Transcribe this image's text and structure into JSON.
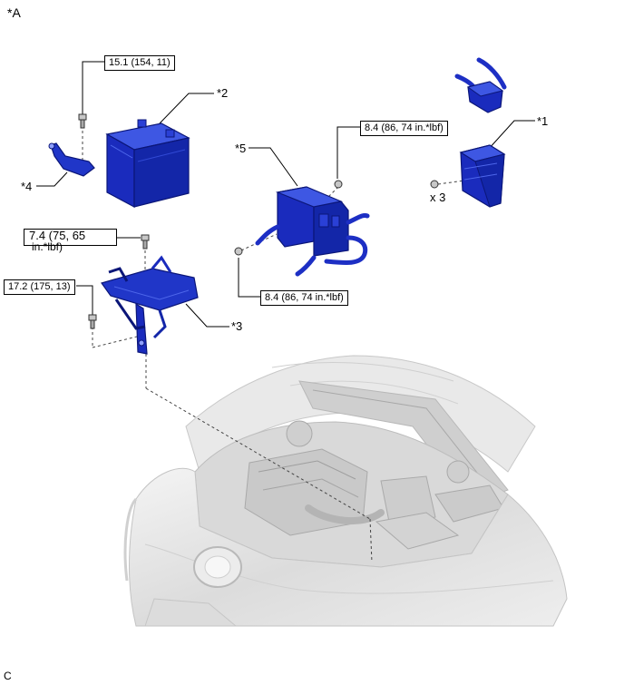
{
  "view_label": "*A",
  "footer_code": "C",
  "callouts": {
    "c1": "*1",
    "c2": "*2",
    "c3": "*3",
    "c4": "*4",
    "c5": "*5"
  },
  "torques": {
    "t_bracket_bolt": "15.1 (154, 11)",
    "t_ecu_bolt": "8.4 (86, 74 in.*lbf)",
    "t_tray_bolt_top_l1": "7.4 (75, 65",
    "t_tray_bolt_top_l2": "in.*lbf)",
    "t_tray_bolt_side": "17.2 (175, 13)",
    "t_relay_bolt": "8.4 (86, 74 in.*lbf)"
  },
  "quantity": "x 3",
  "colors": {
    "part_blue": "#1d2fc4",
    "part_blue_dark": "#0d1a8c",
    "part_blue_light": "#4a63e6",
    "car_grey": "#d8d8d8"
  }
}
